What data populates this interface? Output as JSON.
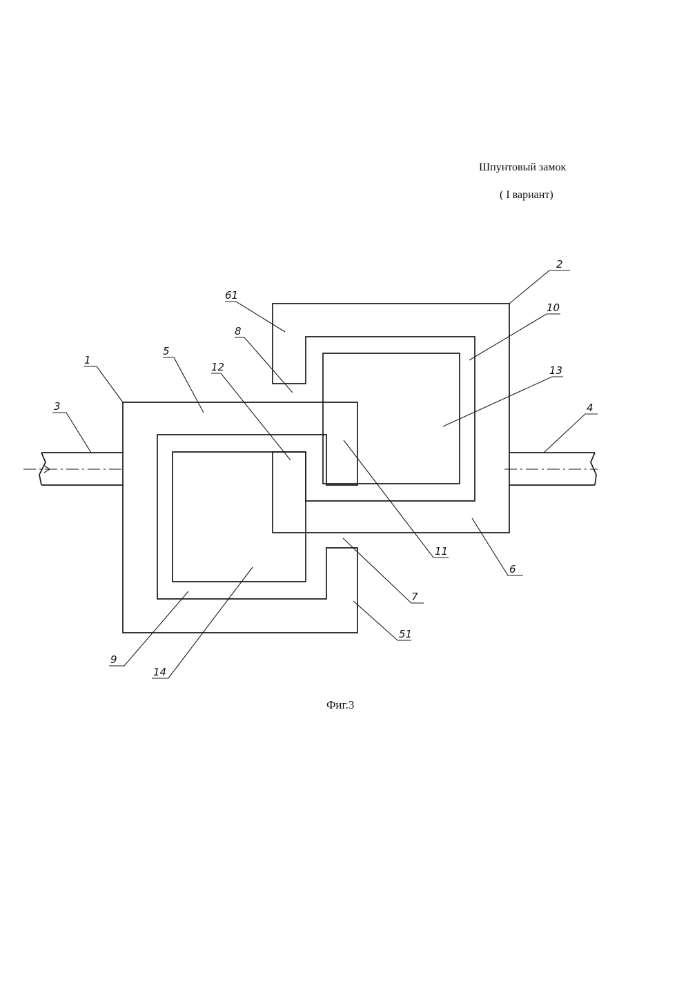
{
  "header": {
    "title": "Шпунтовый замок",
    "subtitle": "( I вариант)"
  },
  "figure": {
    "caption": "Фиг.3",
    "labels": [
      "1",
      "2",
      "3",
      "4",
      "5",
      "6",
      "61",
      "51",
      "7",
      "8",
      "9",
      "10",
      "11",
      "12",
      "13",
      "14"
    ]
  }
}
